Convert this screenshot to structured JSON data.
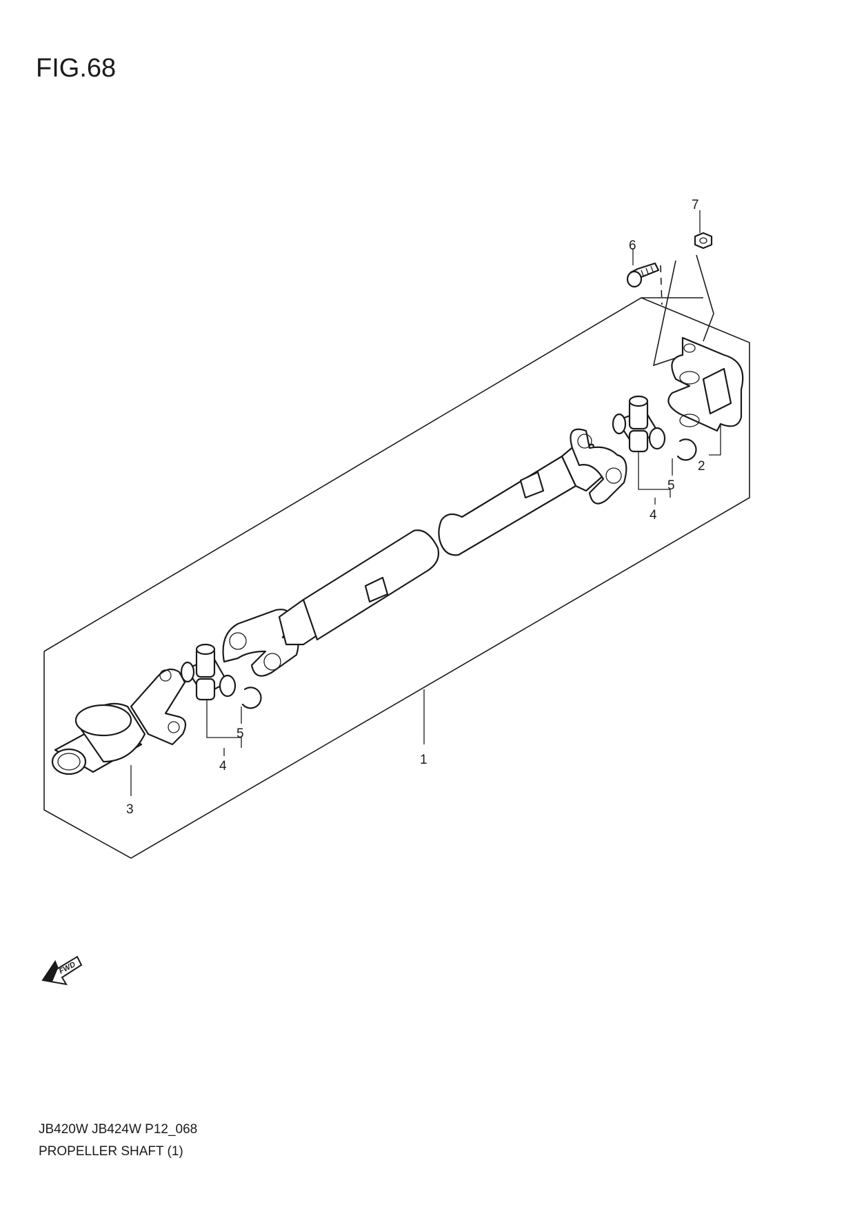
{
  "figure": {
    "title": "FIG.68"
  },
  "callouts": [
    {
      "id": "1",
      "label": "1"
    },
    {
      "id": "2",
      "label": "2"
    },
    {
      "id": "3",
      "label": "3"
    },
    {
      "id": "4a",
      "label": "4"
    },
    {
      "id": "4b",
      "label": "4"
    },
    {
      "id": "5a",
      "label": "5"
    },
    {
      "id": "5b",
      "label": "5"
    },
    {
      "id": "6",
      "label": "6"
    },
    {
      "id": "7",
      "label": "7"
    }
  ],
  "fwd_badge": {
    "label": "FWD"
  },
  "footer": {
    "model_code": "JB420W JB424W P12_068",
    "section_name": "PROPELLER SHAFT (1)"
  }
}
